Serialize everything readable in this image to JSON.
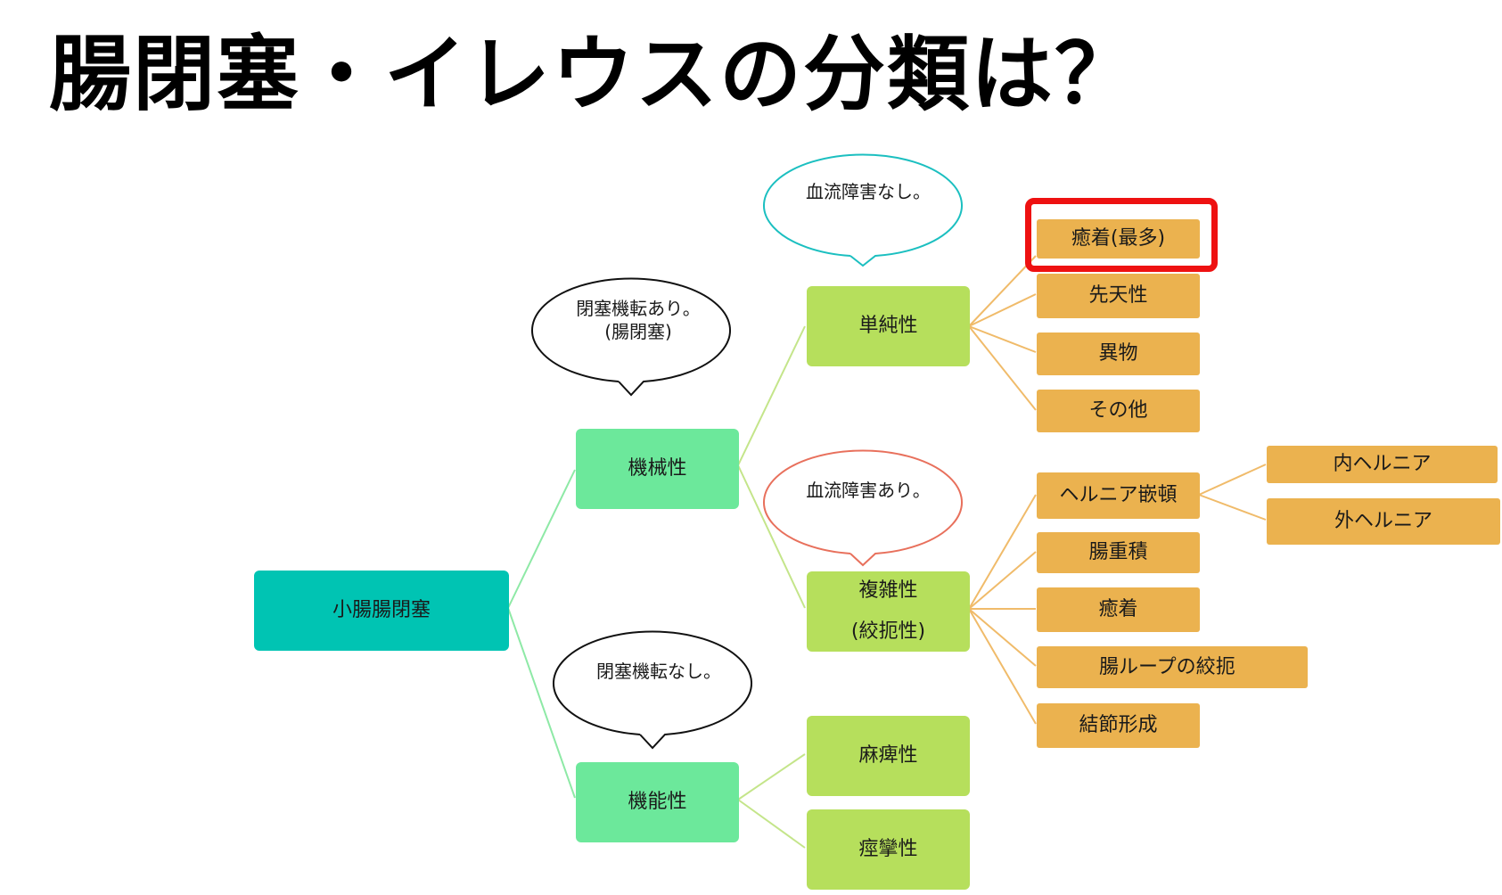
{
  "title": "腸閉塞・イレウスの分類は？",
  "root": "小腸腸閉塞",
  "mechanical": {
    "label": "機械性",
    "callout": [
      "閉塞機転あり。",
      "(腸閉塞)"
    ],
    "simple": {
      "label": "単純性",
      "callout": "血流障害なし。",
      "causes": [
        "癒着(最多)",
        "先天性",
        "異物",
        "その他"
      ]
    },
    "complex": {
      "label": [
        "複雑性",
        "(絞扼性)"
      ],
      "callout": "血流障害あり。",
      "causes": [
        "ヘルニア嵌頓",
        "腸重積",
        "癒着",
        "腸ループの絞扼",
        "結節形成"
      ],
      "hernia_types": [
        "内ヘルニア",
        "外ヘルニア"
      ]
    }
  },
  "functional": {
    "label": "機能性",
    "callout": "閉塞機転なし。",
    "types": [
      "麻痺性",
      "痙攣性"
    ]
  },
  "colors": {
    "root": "#00c4b3",
    "level1": "#6ce89b",
    "level2": "#b6df5c",
    "level3": "#ebb24f",
    "highlight": "#ee1111",
    "callout_simple": "#1bbfc0",
    "callout_complex": "#e8705c"
  }
}
